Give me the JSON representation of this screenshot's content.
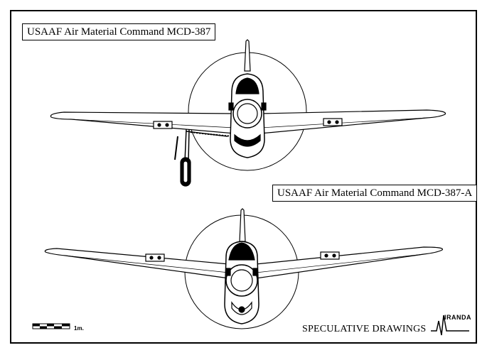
{
  "labels": {
    "top": "USAAF Air Material Command MCD-387",
    "bottom": "USAAF Air Material Command MCD-387-A"
  },
  "footer": {
    "caption": "SPECULATIVE DRAWINGS",
    "scale_unit": "1m.",
    "logo_text": "IRANDA"
  },
  "icons": {
    "scale_bar": "scale-bar-icon",
    "logo": "miranda-logo-icon"
  },
  "colors": {
    "ink": "#000000",
    "paper": "#ffffff"
  }
}
